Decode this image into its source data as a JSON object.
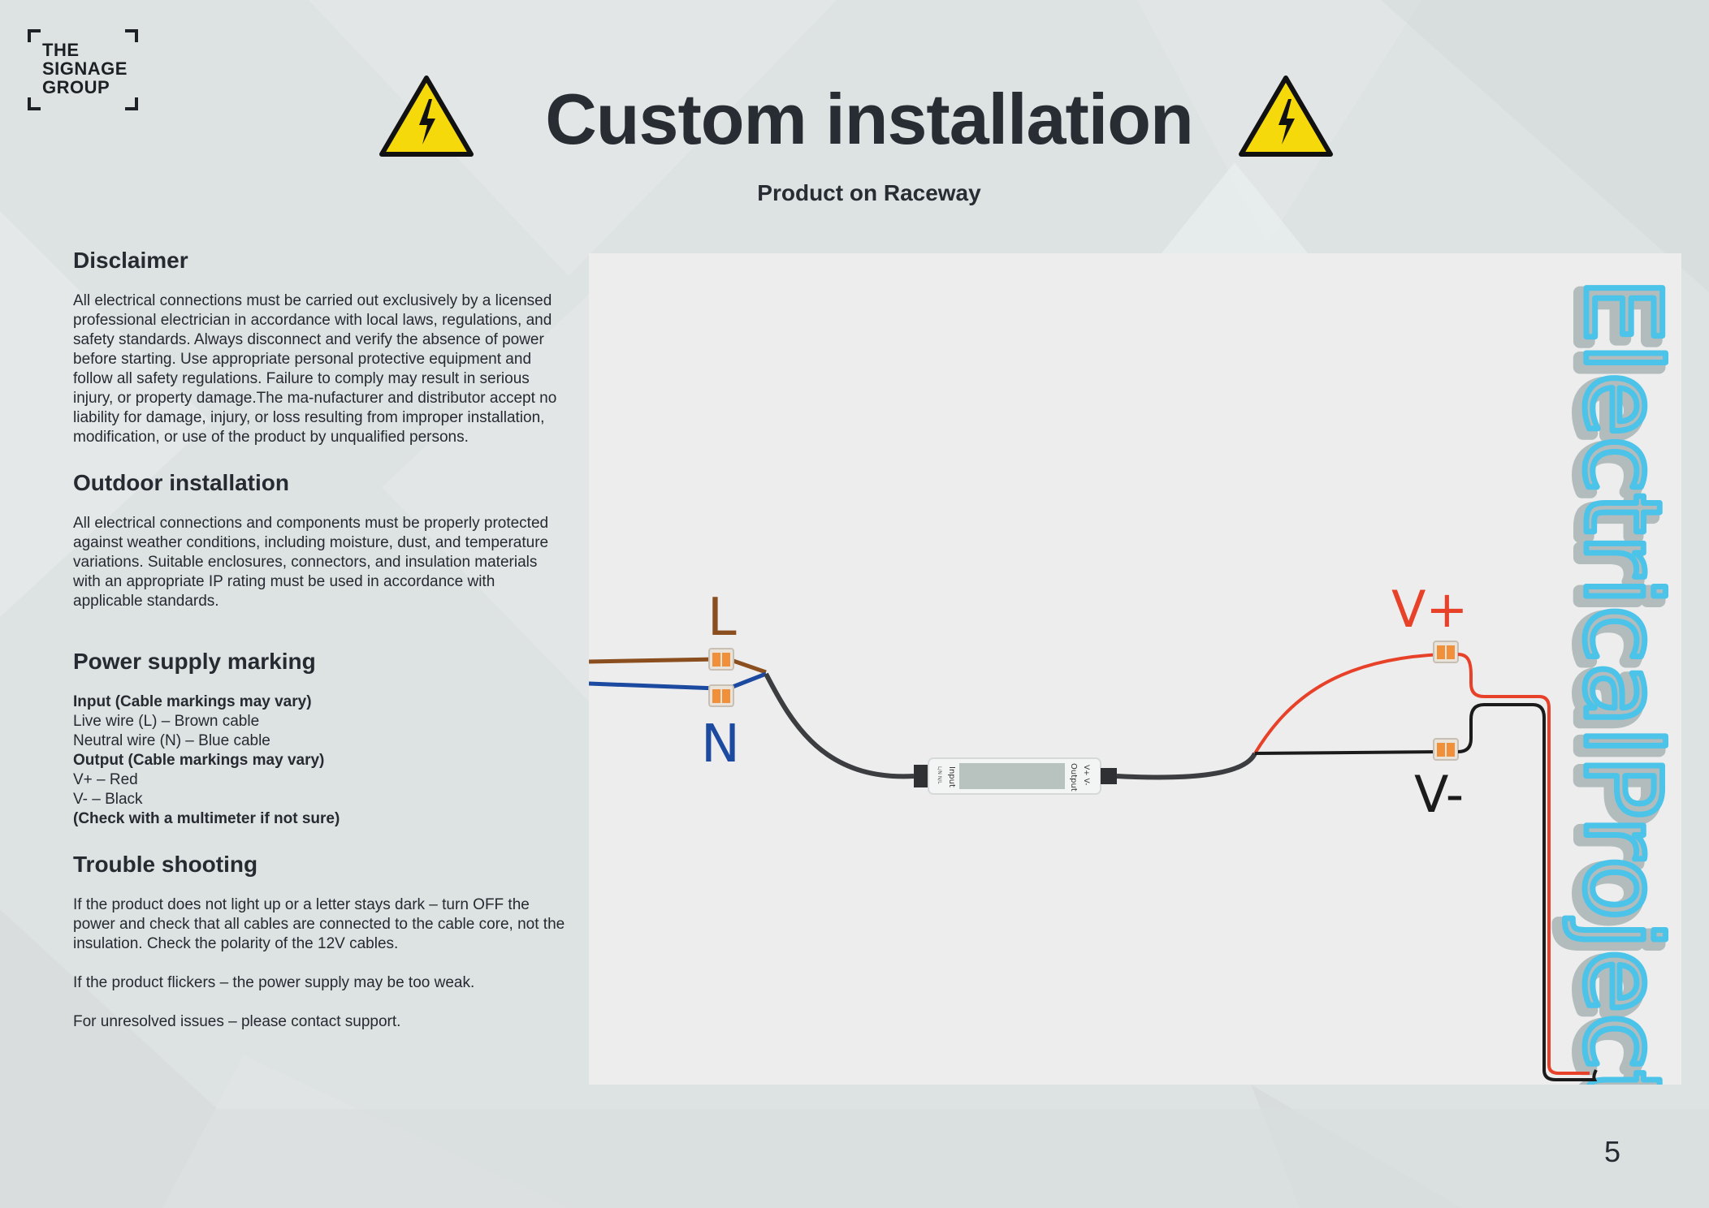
{
  "logo": {
    "lines": [
      "THE",
      "SIGNAGE",
      "GROUP"
    ]
  },
  "header": {
    "title": "Custom installation",
    "subtitle": "Product on Raceway"
  },
  "icons": {
    "warning": "high-voltage-warning-icon",
    "warning_color": "#f5d90a"
  },
  "disclaimer": {
    "heading": "Disclaimer",
    "text": "All electrical connections must be carried out exclusively by a licensed professional electrician in accordance with local laws, regulations, and safety standards. Always disconnect and verify the absence of power before starting. Use appropriate personal protective equipment and follow all safety regulations. Failure to comply may result in serious injury, or property damage.The ma-nufacturer and distributor accept no liability for damage, injury, or loss resulting from improper installation, modification, or use of the product by unqualified persons."
  },
  "outdoor": {
    "heading": "Outdoor installation",
    "text": "All electrical connections and components must be properly protected against weather conditions, including moisture, dust, and temperature variations. Suitable enclosures, connectors, and insulation materials with an appropriate IP rating must be used in accordance with applicable standards."
  },
  "power_marking": {
    "heading": "Power supply marking",
    "lines": [
      {
        "text": "Input (Cable markings may vary)",
        "bold": true
      },
      {
        "text": "Live wire (L) – Brown cable",
        "bold": false
      },
      {
        "text": "Neutral wire (N) – Blue cable",
        "bold": false
      },
      {
        "text": "Output (Cable markings may vary)",
        "bold": true
      },
      {
        "text": "V+ –  Red",
        "bold": false
      },
      {
        "text": "V- – Black",
        "bold": false
      },
      {
        "text": "(Check with a multimeter if not sure)",
        "bold": true
      }
    ]
  },
  "troubleshooting": {
    "heading": "Trouble shooting",
    "p1": "If the product does not light up or a letter stays dark – turn OFF the power and check that all cables are connected to the cable core, not the insulation. Check the polarity of the 12V cables.",
    "p2": "If the product flickers – the power supply may be too weak.",
    "p3": "For unresolved issues – please contact support."
  },
  "diagram": {
    "label_live": "L",
    "label_neutral": "N",
    "label_vplus": "V+",
    "label_vminus": "V-",
    "psu_input": "Input",
    "psu_output": "Output",
    "psu_input_pins": "L/N  N/L",
    "psu_output_pins": "V+  V-",
    "sign_text": "ElectricalProject",
    "colors": {
      "live": "#8a4e1f",
      "neutral": "#1c4aa0",
      "vplus": "#e8412a",
      "vminus": "#1b1b1b",
      "connector": "#f0903a",
      "sign_neon": "#4cc3e8"
    }
  },
  "footer": {
    "page_number": "5"
  }
}
